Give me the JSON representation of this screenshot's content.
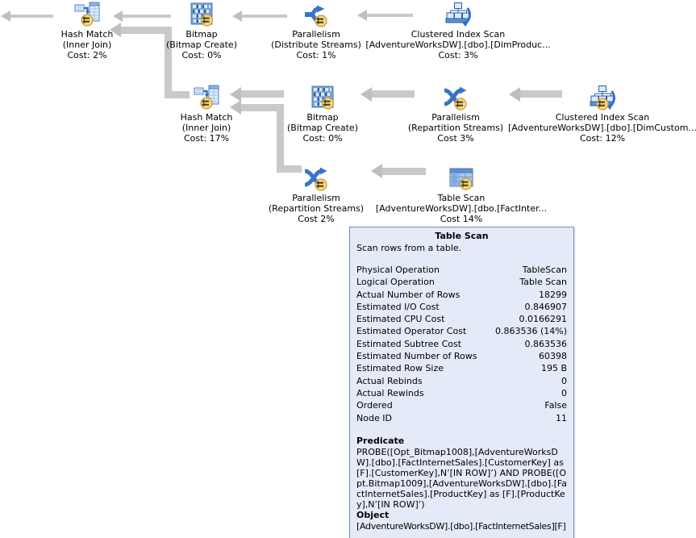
{
  "plan": {
    "nodes": [
      {
        "title": "Hash Match",
        "subtitle": "(Inner Join)",
        "cost": "Cost: 2%"
      },
      {
        "title": "Bitmap",
        "subtitle": "(Bitmap Create)",
        "cost": "Cost: 0%"
      },
      {
        "title": "Parallelism",
        "subtitle": "(Distribute Streams)",
        "cost": "Cost: 1%"
      },
      {
        "title": "Clustered Index Scan",
        "subtitle": "[AdventureWorksDW].[dbo].[DimProduc...",
        "cost": "Cost: 3%"
      },
      {
        "title": "Hash Match",
        "subtitle": "(Inner Join)",
        "cost": "Cost: 17%"
      },
      {
        "title": "Bitmap",
        "subtitle": "(Bitmap Create)",
        "cost": "Cost: 0%"
      },
      {
        "title": "Parallelism",
        "subtitle": "(Repartition Streams)",
        "cost": "Cost 3%"
      },
      {
        "title": "Clustered Index Scan",
        "subtitle": "[AdventureWorksDW].[dbo].[DimCustom...",
        "cost": "Cost: 12%"
      },
      {
        "title": "Parallelism",
        "subtitle": "(Repartition Streams)",
        "cost": "Cost 2%"
      },
      {
        "title": "Table Scan",
        "subtitle": "[AdventureWorksDW].[dbo.[FactInter...",
        "cost": "Cost 14%"
      }
    ],
    "tooltip": {
      "title": "Table Scan",
      "description": "Scan rows from a table.",
      "rows": [
        {
          "label": "Physical Operation",
          "value": "TableScan"
        },
        {
          "label": "Logical Operation",
          "value": "Table Scan"
        },
        {
          "label": "Actual Number of Rows",
          "value": "18299"
        },
        {
          "label": "Estimated I/O Cost",
          "value": "0.846907"
        },
        {
          "label": "Estimated CPU Cost",
          "value": "0.0166291"
        },
        {
          "label": "Estimated Operator Cost",
          "value": "0.863536 (14%)"
        },
        {
          "label": "Estimated Subtree Cost",
          "value": "0.863536"
        },
        {
          "label": "Estimated Number of Rows",
          "value": "60398"
        },
        {
          "label": "Estimated Row Size",
          "value": "195 B"
        },
        {
          "label": "Actual Rebinds",
          "value": "0"
        },
        {
          "label": "Actual Rewinds",
          "value": "0"
        },
        {
          "label": "Ordered",
          "value": "False"
        },
        {
          "label": "Node ID",
          "value": "11"
        }
      ],
      "predicate_label": "Predicate",
      "predicate": "PROBE([Opt_Bitmap1008],[AdventureWorksDW].[dbo].[FactInternetSales].[CustomerKey] as [F].[CustomerKey],N’[IN ROW]’) AND PROBE([Opt.Bitmap1009],[AdventureWorksDW].[dbo].[FactInternetSales].[ProductKey] as [F].[ProductKey],N’[IN ROW]’)",
      "object_label": "Object",
      "object": "[AdventureWorksDW].[dbo].[FactInternetSales][F]"
    },
    "colors": {
      "arrow": "#c9c9c9",
      "tooltip_bg": "#e4eaf7",
      "tooltip_border": "#7a8db4",
      "icon_blue": "#3a74c8",
      "badge_yellow": "#f4d784"
    }
  }
}
